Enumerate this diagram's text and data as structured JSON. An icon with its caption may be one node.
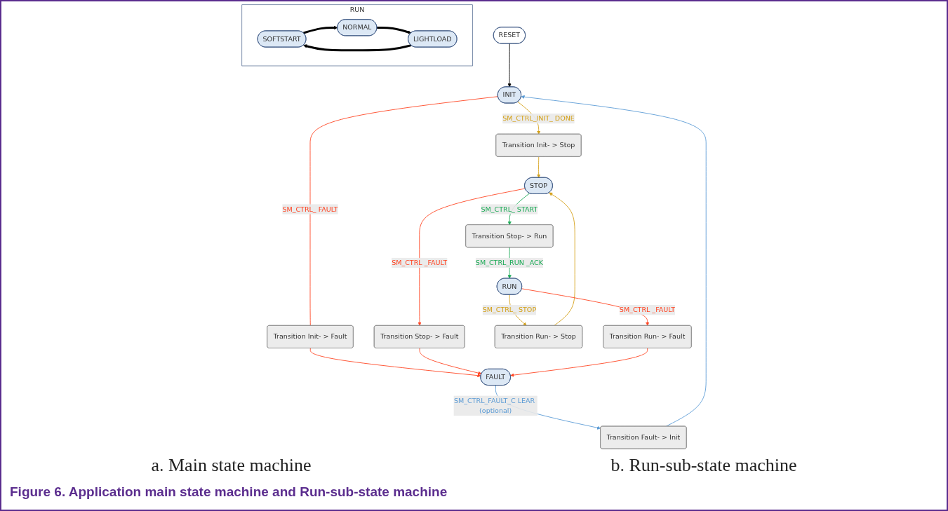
{
  "diagram": {
    "caption": "Figure 6. Application main state machine and Run-sub-state machine",
    "nodes": [
      {
        "text": [
          "RESET"
        ]
      },
      {
        "text": [
          "INIT"
        ]
      },
      {
        "text": [
          "Transition Fault- > Init"
        ]
      },
      {
        "text": [
          "Transition Init- > Stop"
        ]
      },
      {
        "text": [
          "Transition Init- > Fault"
        ]
      },
      {
        "text": [
          "FAULT"
        ]
      },
      {
        "text": [
          "STOP"
        ]
      },
      {
        "text": [
          "Transition Stop- > Fault"
        ]
      },
      {
        "text": [
          "Transition Stop- > Run"
        ]
      },
      {
        "text": [
          "Transition Run- > Stop"
        ]
      },
      {
        "text": [
          "Transition Run- > Fault"
        ]
      },
      {
        "text": [
          "RUN"
        ]
      },
      {
        "text": [
          "RUN"
        ]
      },
      {
        "text": [
          "SOFTSTART"
        ],
        "in": 12
      },
      {
        "text": [
          "NORMAL"
        ],
        "in": 12
      },
      {
        "text": [
          "LIGHTLOAD"
        ],
        "in": 12
      }
    ],
    "edges": [
      {
        "from": 0,
        "to": 1,
        "arrow": "to",
        "color": "#000000"
      },
      {
        "from": 1,
        "to": 3,
        "arrow": "to",
        "label": "SM_CTRL_INIT_ DONE",
        "color": "#d4a017"
      },
      {
        "from": 3,
        "to": 6,
        "arrow": "to",
        "color": "#d4a017"
      },
      {
        "from": 1,
        "to": 4,
        "arrow": "none",
        "label": "SM_CTRL_ FAULT",
        "color": "#ff4422"
      },
      {
        "from": 4,
        "to": 5,
        "arrow": "to",
        "color": "#ff4422"
      },
      {
        "from": 6,
        "to": 7,
        "arrow": "to",
        "label": "SM_CTRL _FAULT",
        "color": "#ff4422"
      },
      {
        "from": 7,
        "to": 5,
        "arrow": "to",
        "color": "#ff4422"
      },
      {
        "from": 6,
        "to": 8,
        "arrow": "to",
        "label": "SM_CTRL_ START",
        "color": "#1aaa55"
      },
      {
        "from": 8,
        "to": 11,
        "arrow": "to",
        "label": "SM_CTRL_RUN _ACK",
        "color": "#1aaa55"
      },
      {
        "from": 11,
        "to": 9,
        "arrow": "to",
        "label": "SM_CTRL_ STOP",
        "color": "#d4a017"
      },
      {
        "from": 9,
        "to": 6,
        "arrow": "to",
        "color": "#d4a017"
      },
      {
        "from": 11,
        "to": 10,
        "arrow": "to",
        "label": "SM_CTRL _FAULT",
        "color": "#ff4422"
      },
      {
        "from": 10,
        "to": 5,
        "arrow": "to",
        "color": "#ff4422"
      },
      {
        "from": 5,
        "to": 2,
        "arrow": "to",
        "label": "SM_CTRL_FAULT_C LEAR (optional)",
        "color": "#5b9bd5"
      },
      {
        "from": 2,
        "to": 1,
        "arrow": "to",
        "color": "#5b9bd5"
      },
      {
        "from": 13,
        "to": 14,
        "arrow": "to",
        "style": "thick",
        "color": "#000000"
      },
      {
        "from": 14,
        "to": 15,
        "arrow": "to",
        "style": "thick",
        "color": "#000000"
      },
      {
        "from": 15,
        "to": 13,
        "arrow": "to",
        "style": "thick",
        "color": "#000000"
      }
    ],
    "labels": [
      "a. Main state machine",
      "b. Run-sub-state machine"
    ]
  }
}
